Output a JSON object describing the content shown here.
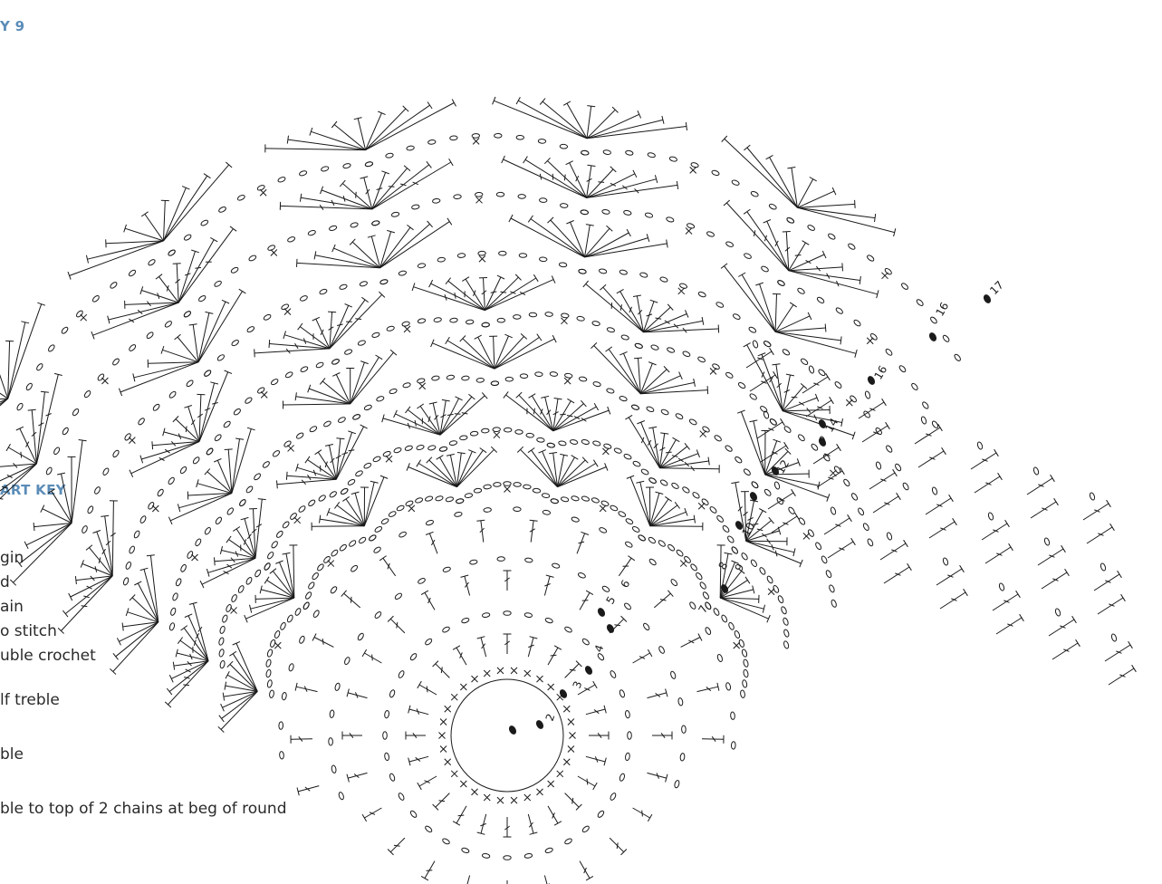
{
  "page": {
    "day_heading": "Y 9",
    "key_heading": "ART KEY",
    "heading_color": "#5b8db8",
    "text_color": "#2a2a2a",
    "chart_line_color": "#1a1a1a"
  },
  "key": [
    "gin",
    "d",
    "ain",
    "o stitch",
    "uble crochet",
    "lf treble",
    "ble",
    "ble to top of 2 chains at beg of round"
  ],
  "round_labels": [
    "2",
    "3",
    "4",
    "5",
    "6",
    "7",
    "8",
    "9",
    "10",
    "12",
    "14",
    "16",
    "16",
    "17"
  ]
}
